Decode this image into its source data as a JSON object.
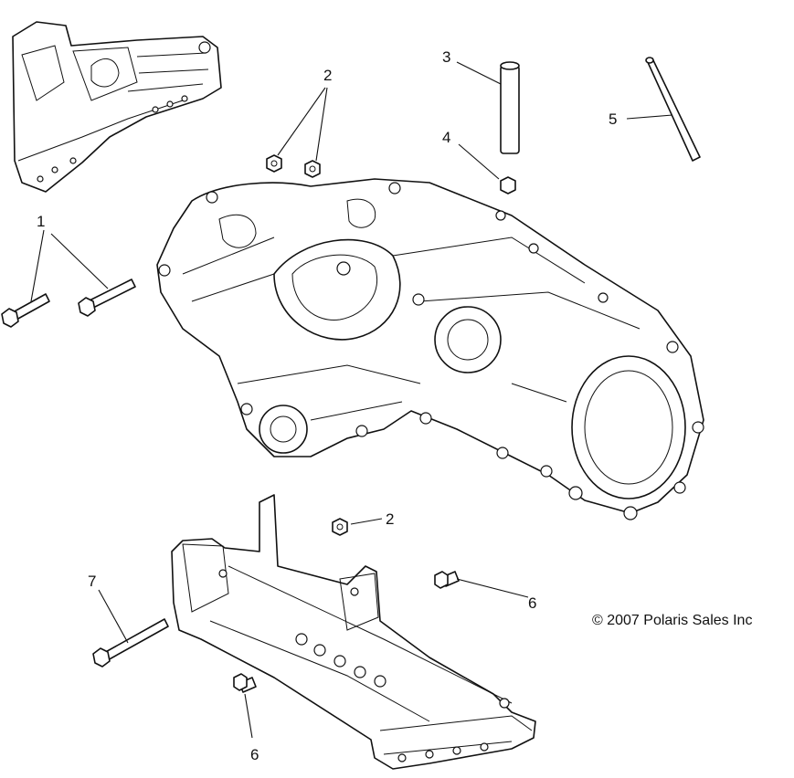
{
  "callouts": {
    "c1": "1",
    "c2a": "2",
    "c2b": "2",
    "c3": "3",
    "c4": "4",
    "c5": "5",
    "c6a": "6",
    "c6b": "6",
    "c7": "7"
  },
  "copyright": "© 2007 Polaris Sales Inc"
}
